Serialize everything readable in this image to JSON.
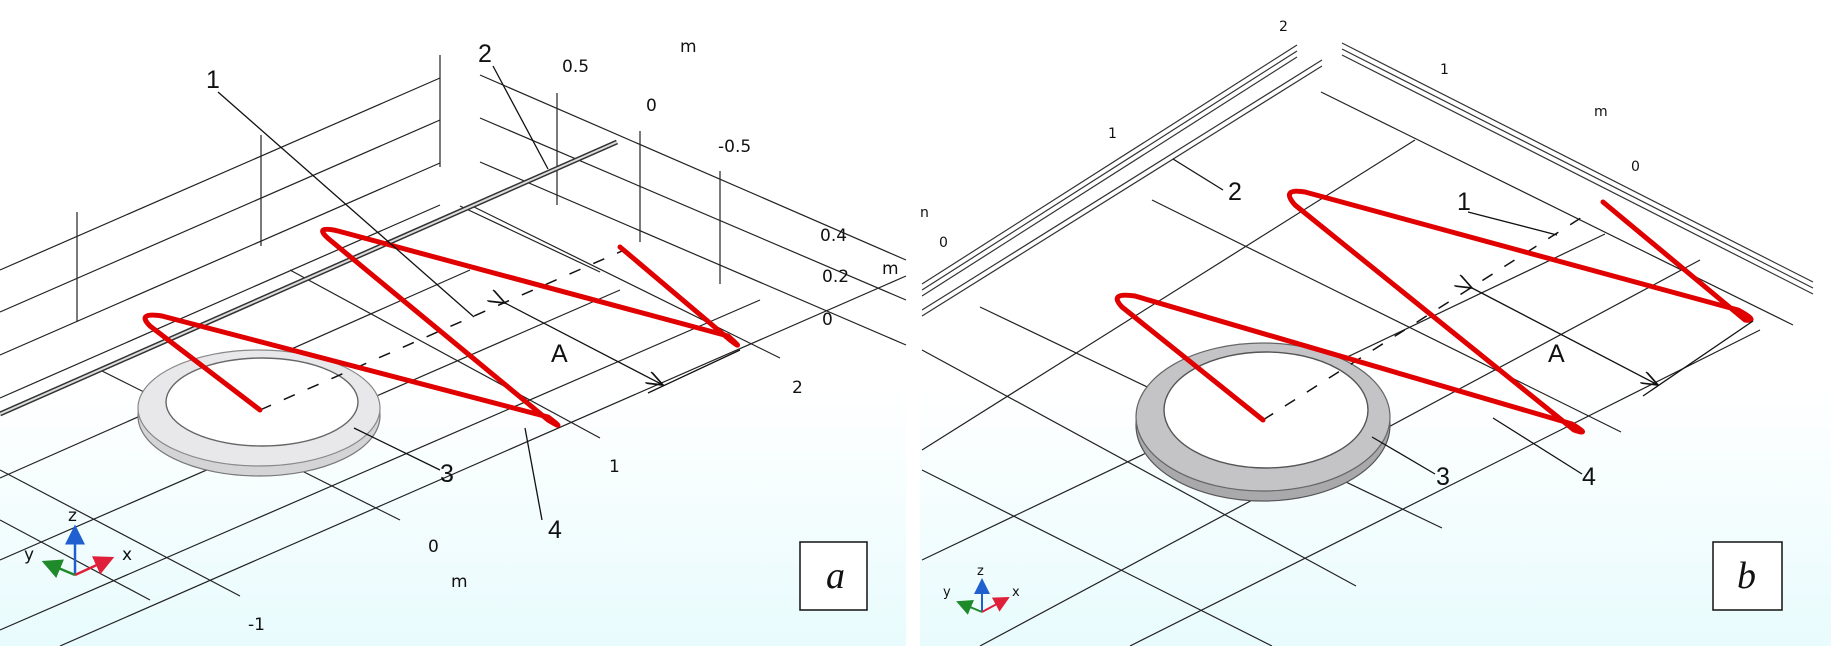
{
  "panel_a": {
    "id_label": "a",
    "callouts": {
      "c1": "1",
      "c2": "2",
      "c3": "3",
      "c4": "4",
      "dimension": "A"
    },
    "axis_ticks": {
      "y_top": [
        "0.5",
        "0",
        "-0.5"
      ],
      "y_top_unit": "m",
      "z": [
        "0.4",
        "0.2",
        "0"
      ],
      "z_unit": "m",
      "x": [
        "2",
        "1",
        "0",
        "-1"
      ],
      "x_unit": "m"
    },
    "triad": {
      "x": "x",
      "y": "y",
      "z": "z"
    }
  },
  "panel_b": {
    "id_label": "b",
    "callouts": {
      "c1": "1",
      "c2": "2",
      "c3": "3",
      "c4": "4",
      "dimension": "A"
    },
    "axis_ticks": {
      "left": [
        "2",
        "1",
        "0"
      ],
      "left_unit": "n",
      "right": [
        "1",
        "0"
      ],
      "right_unit": "m"
    },
    "triad": {
      "x": "x",
      "y": "y",
      "z": "z"
    }
  },
  "colors": {
    "coil": "#e00000",
    "ring": "#c8c8c8",
    "x_axis": "#e0203a",
    "y_axis": "#1f8a2a",
    "z_axis": "#1f5fd0"
  }
}
